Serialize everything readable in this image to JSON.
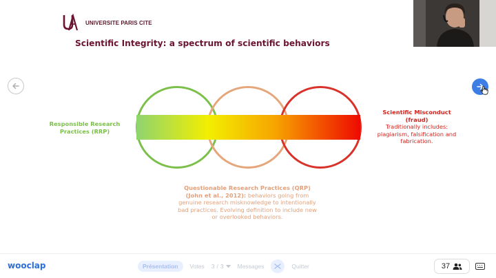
{
  "header": {
    "university": "UNIVERSITE PARIS CITE",
    "logo_icon": "university-crest-icon"
  },
  "slide": {
    "title": "Scientific Integrity: a spectrum of scientific behaviors",
    "rrp_label": "Responsible Research Practices (RRP)",
    "misconduct_title": "Scientific Misconduct (fraud)",
    "misconduct_text": "Traditionally includes: plagiarism, falsification and fabrication.",
    "qrp_title": "Questionable Research Practices (QRP) (John et al., 2012):",
    "qrp_text": "behaviors going from genuine research misknowledge to intentionally bad practices. Evolving definition to include new or overlooked behaviors.",
    "circle_colors": [
      "#7cc04b",
      "#e6a67c",
      "#d8322a"
    ],
    "gradient_colors": [
      "#8fd46f",
      "#f2ef00",
      "#f7a400",
      "#ee0a00"
    ]
  },
  "navigation": {
    "prev_icon": "arrow-left-icon",
    "next_icon": "arrow-right-icon",
    "accent": "#3d7de6"
  },
  "toolbar": {
    "brand": "wooclap",
    "presentation": "Présentation",
    "votes": "Votes",
    "page_current": "3",
    "page_sep": "/",
    "page_total": "3",
    "messages": "Messages",
    "quit": "Quitter",
    "participants": "37",
    "participants_icon": "people-icon",
    "keyboard_icon": "keyboard-icon"
  }
}
